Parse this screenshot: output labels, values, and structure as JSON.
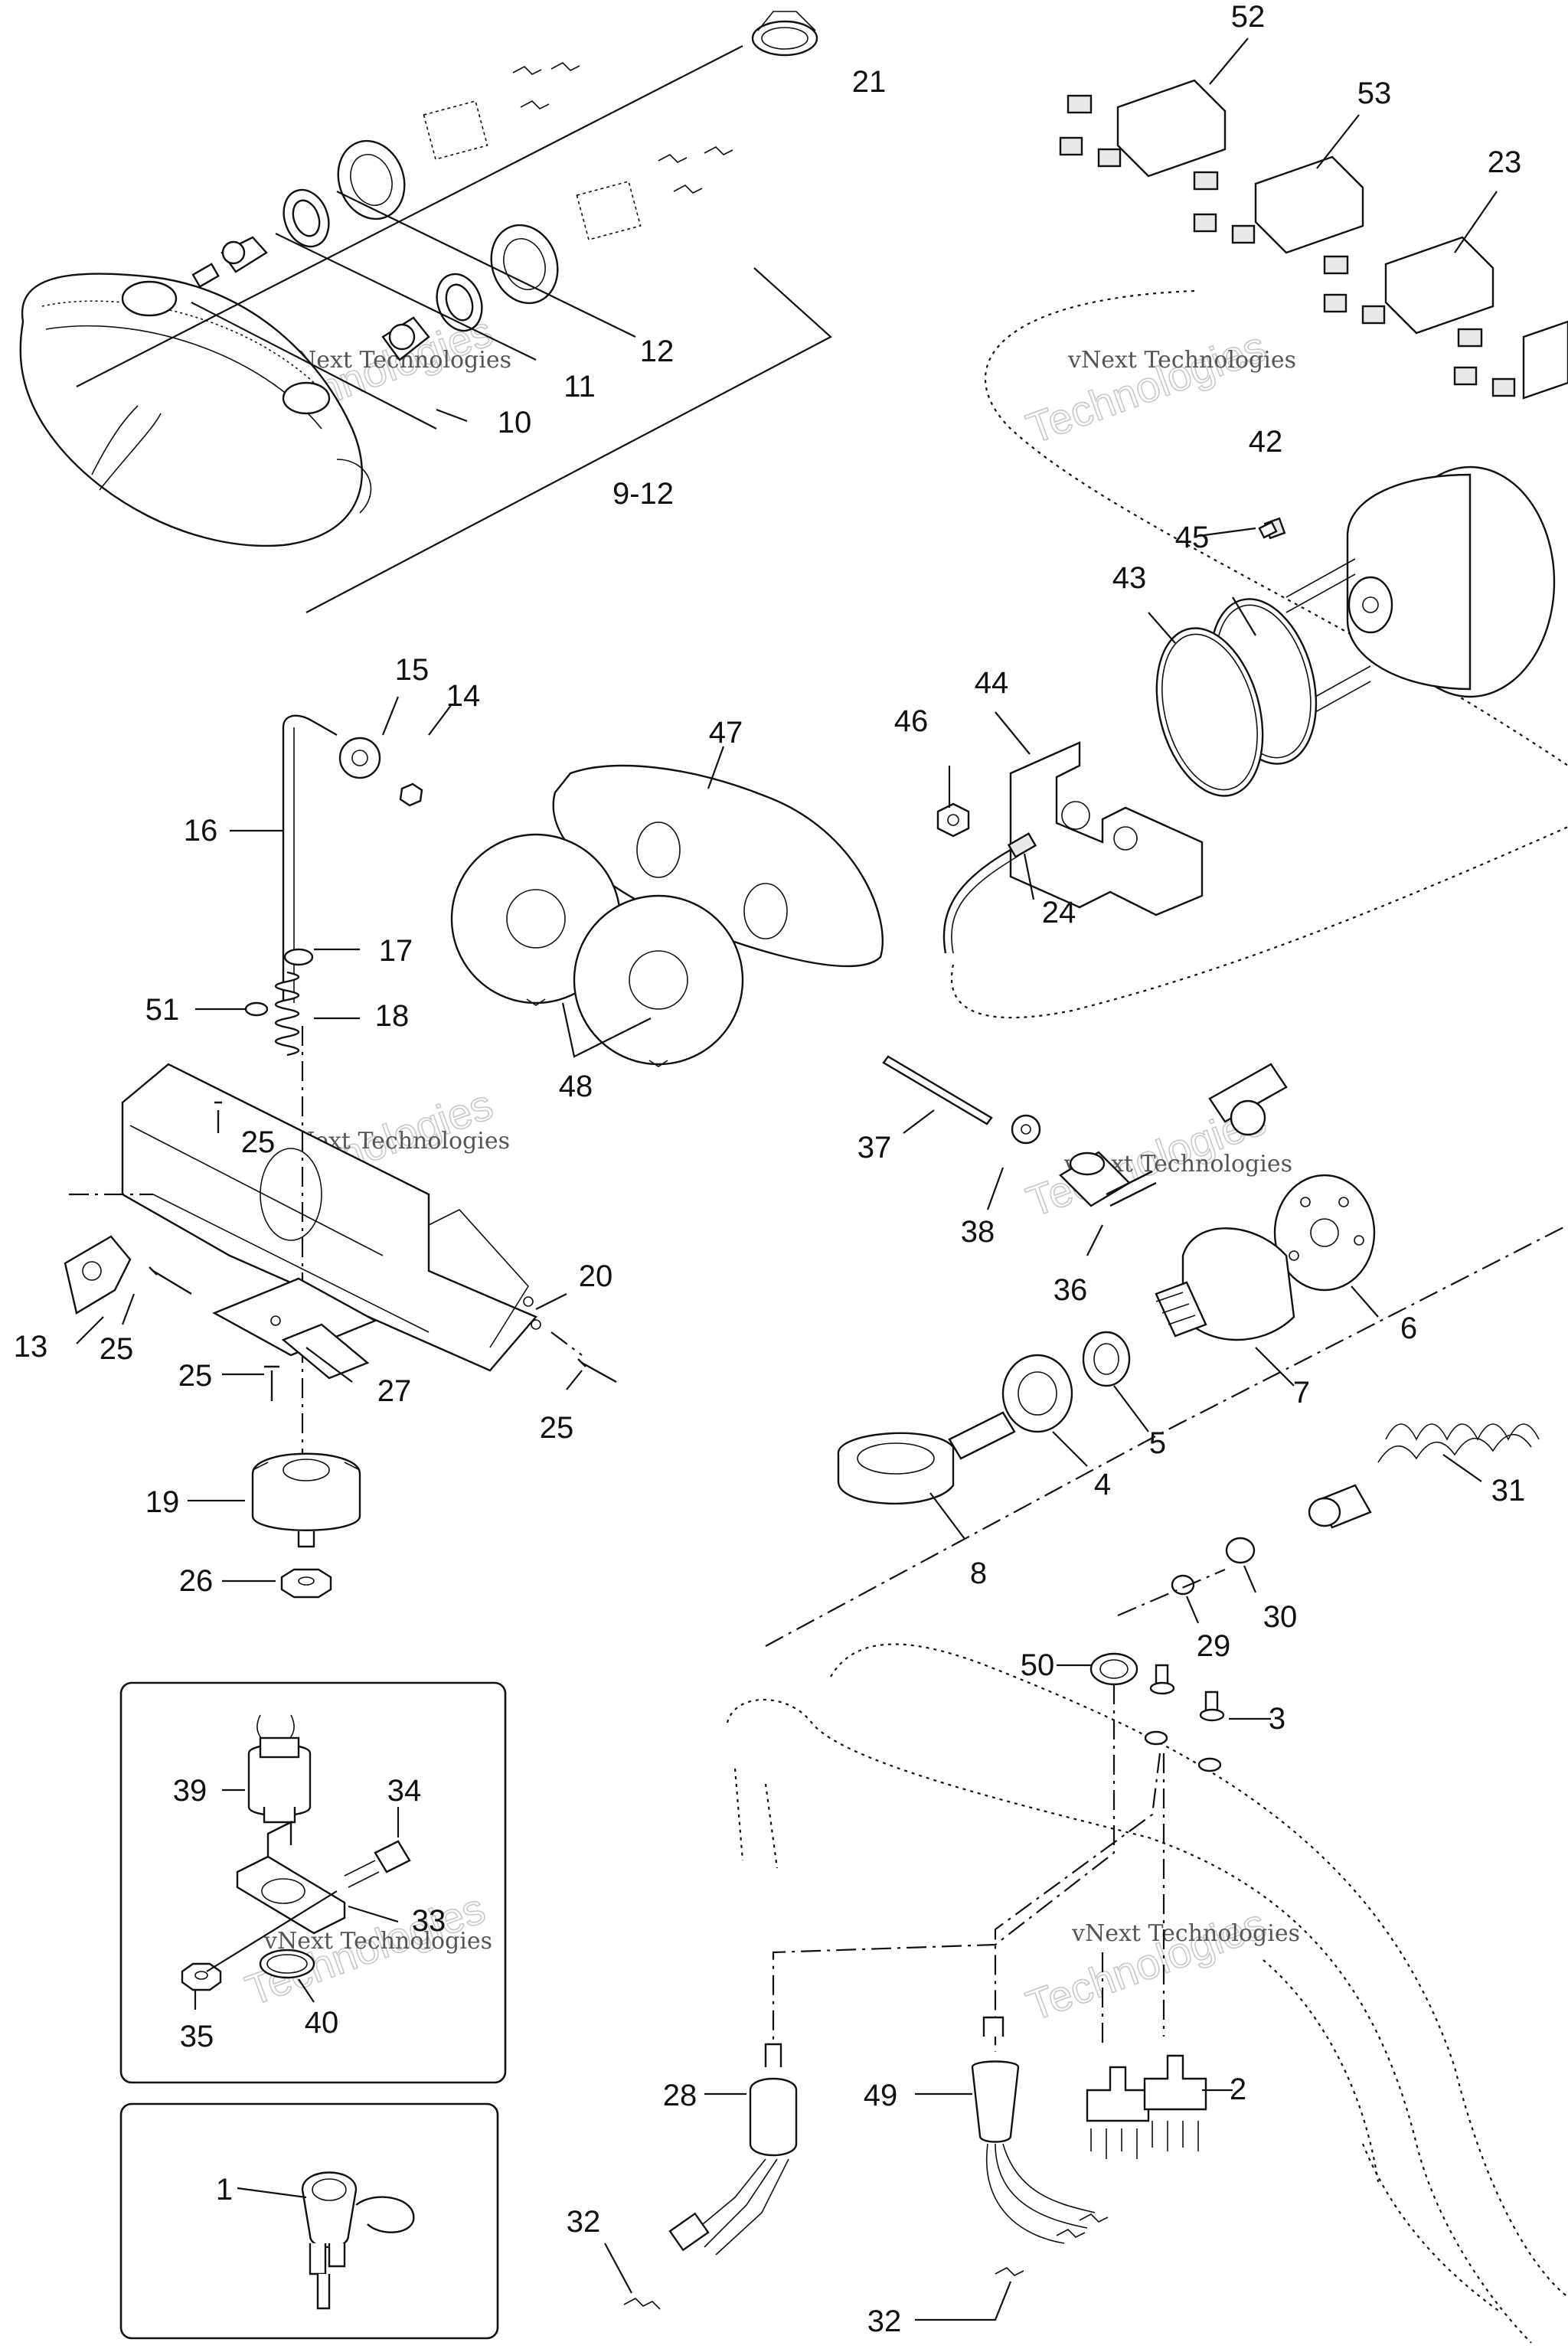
{
  "watermark": {
    "line1": "vNext Technologies",
    "line2": "Technologies"
  },
  "callouts": [
    {
      "id": "52",
      "text": "52"
    },
    {
      "id": "53",
      "text": "53"
    },
    {
      "id": "23",
      "text": "23"
    },
    {
      "id": "21",
      "text": "21"
    },
    {
      "id": "12",
      "text": "12"
    },
    {
      "id": "11",
      "text": "11"
    },
    {
      "id": "10",
      "text": "10"
    },
    {
      "id": "9-12",
      "text": "9-12"
    },
    {
      "id": "42",
      "text": "42"
    },
    {
      "id": "45",
      "text": "45"
    },
    {
      "id": "43",
      "text": "43"
    },
    {
      "id": "47",
      "text": "47"
    },
    {
      "id": "46",
      "text": "46"
    },
    {
      "id": "44",
      "text": "44"
    },
    {
      "id": "24",
      "text": "24"
    },
    {
      "id": "15",
      "text": "15"
    },
    {
      "id": "14",
      "text": "14"
    },
    {
      "id": "16",
      "text": "16"
    },
    {
      "id": "17",
      "text": "17"
    },
    {
      "id": "51",
      "text": "51"
    },
    {
      "id": "18",
      "text": "18"
    },
    {
      "id": "48",
      "text": "48"
    },
    {
      "id": "25a",
      "text": "25"
    },
    {
      "id": "37",
      "text": "37"
    },
    {
      "id": "38",
      "text": "38"
    },
    {
      "id": "36",
      "text": "36"
    },
    {
      "id": "6",
      "text": "6"
    },
    {
      "id": "20",
      "text": "20"
    },
    {
      "id": "13",
      "text": "13"
    },
    {
      "id": "25b",
      "text": "25"
    },
    {
      "id": "25c",
      "text": "25"
    },
    {
      "id": "27",
      "text": "27"
    },
    {
      "id": "25d",
      "text": "25"
    },
    {
      "id": "7",
      "text": "7"
    },
    {
      "id": "5",
      "text": "5"
    },
    {
      "id": "4",
      "text": "4"
    },
    {
      "id": "31",
      "text": "31"
    },
    {
      "id": "19",
      "text": "19"
    },
    {
      "id": "8",
      "text": "8"
    },
    {
      "id": "26",
      "text": "26"
    },
    {
      "id": "30",
      "text": "30"
    },
    {
      "id": "29",
      "text": "29"
    },
    {
      "id": "50",
      "text": "50"
    },
    {
      "id": "3",
      "text": "3"
    },
    {
      "id": "39",
      "text": "39"
    },
    {
      "id": "34",
      "text": "34"
    },
    {
      "id": "33",
      "text": "33"
    },
    {
      "id": "35",
      "text": "35"
    },
    {
      "id": "40",
      "text": "40"
    },
    {
      "id": "28",
      "text": "28"
    },
    {
      "id": "49",
      "text": "49"
    },
    {
      "id": "2",
      "text": "2"
    },
    {
      "id": "1",
      "text": "1"
    },
    {
      "id": "32a",
      "text": "32"
    },
    {
      "id": "32b",
      "text": "32"
    }
  ]
}
